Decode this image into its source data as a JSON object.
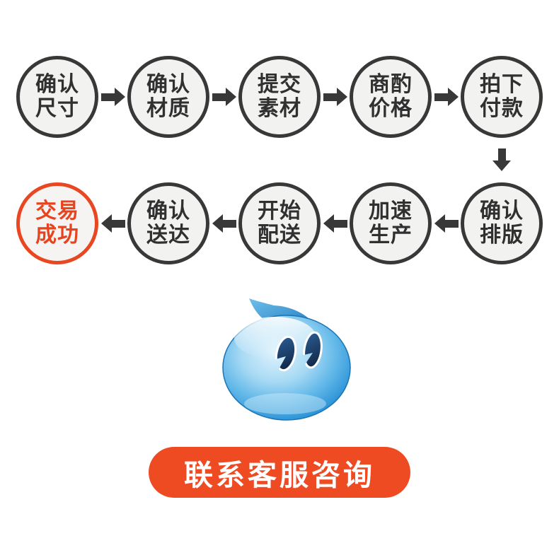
{
  "flow": {
    "row1": {
      "direction": "right",
      "steps": [
        "确认\n尺寸",
        "确认\n材质",
        "提交\n素材",
        "商酌\n价格",
        "拍下\n付款"
      ]
    },
    "row2": {
      "direction": "left",
      "steps": [
        "交易\n成功",
        "确认\n送达",
        "开始\n配送",
        "加速\n生产",
        "确认\n排版"
      ]
    },
    "colors": {
      "circle_fill": "#f2f2f1",
      "circle_border": "#383838",
      "circle_text": "#303030",
      "arrow": "#383838",
      "final_step_accent": "#e8431f"
    }
  },
  "icons": {
    "flow_forward": "arrow-right-icon",
    "flow_backward": "arrow-left-icon",
    "flow_down": "arrow-down-icon",
    "mascot": "wangwang-mascot-icon"
  },
  "mascot": {
    "body_color": "#2f96d8",
    "eye_color": "#1c3a5e"
  },
  "contact_button": {
    "label": "联系客服咨询",
    "background": "#ef4b23",
    "text_color": "#ffffff"
  }
}
